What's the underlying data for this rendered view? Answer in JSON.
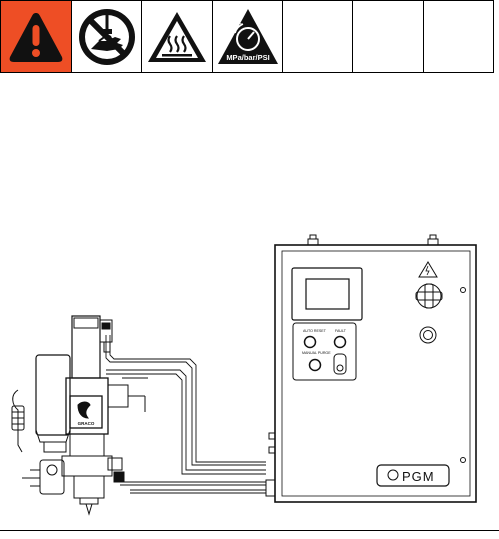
{
  "warning_symbols": [
    {
      "icon": "exclamation-warning-icon",
      "color": "#ee4e25"
    },
    {
      "icon": "no-hand-contact-icon"
    },
    {
      "icon": "hot-surface-icon"
    },
    {
      "icon": "pressure-gauge-icon",
      "label": "MPa/bar/PSI"
    },
    {
      "icon": "empty-cell"
    },
    {
      "icon": "empty-cell"
    },
    {
      "icon": "empty-cell"
    }
  ],
  "illustration": {
    "controller_labels": {
      "auto_reset": "AUTO RESET",
      "fault": "FAULT",
      "manual_purge": "MANUAL PURGE",
      "brand_logo": "GRACO",
      "model": "PGM"
    }
  }
}
